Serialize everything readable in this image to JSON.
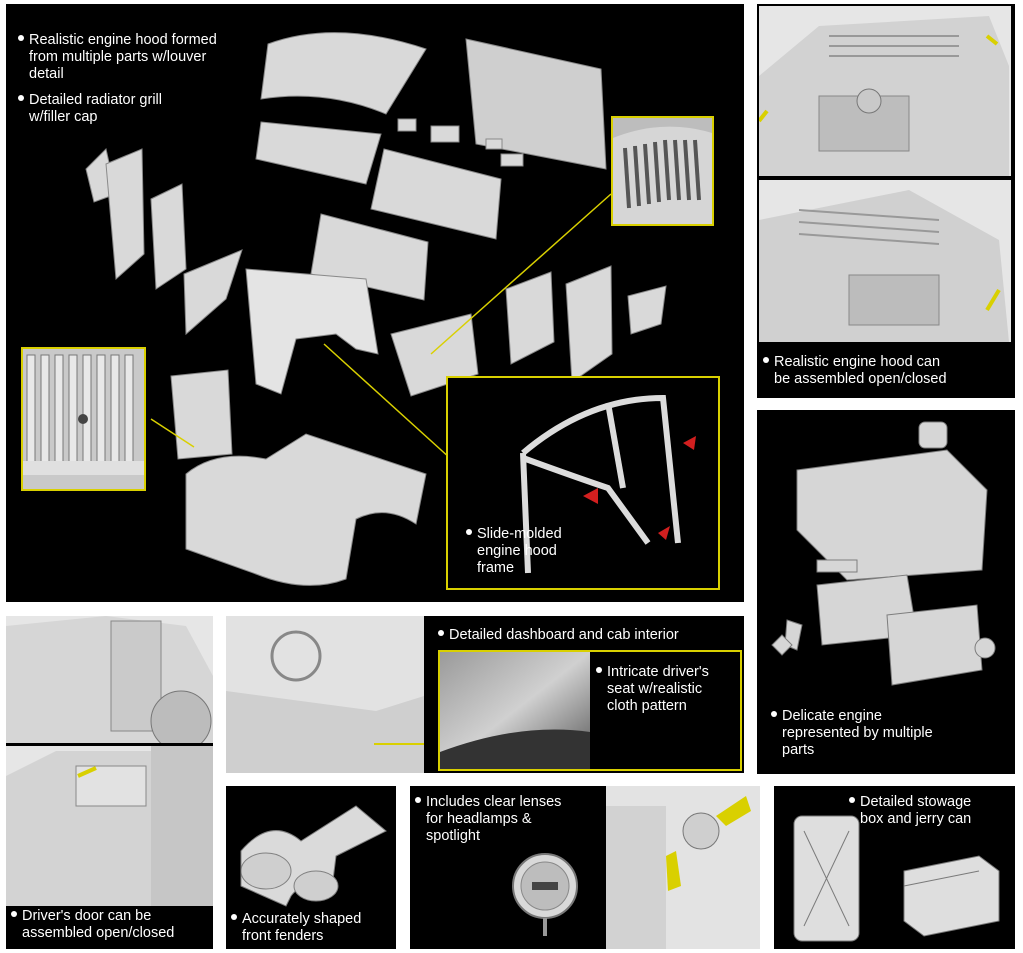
{
  "colors": {
    "panel_bg": "#000000",
    "accent_yellow": "#d9d000",
    "highlight_red": "#d21f1f",
    "part_grey": "#d9d9d9"
  },
  "main_panel": {
    "feature_1": [
      "Realistic engine hood formed",
      "from multiple parts w/louver",
      "detail"
    ],
    "feature_2": [
      "Detailed radiator grill",
      "w/filler cap"
    ],
    "inset_caption": [
      "Slide-molded",
      "engine hood",
      "frame"
    ]
  },
  "hood_panel": {
    "caption": [
      "Realistic engine hood can",
      "be assembled open/closed"
    ]
  },
  "engine_panel": {
    "caption": [
      "Delicate engine",
      "represented by multiple",
      "parts"
    ]
  },
  "door_panel": {
    "caption": [
      "Driver's door can be",
      "assembled open/closed"
    ]
  },
  "dash_panel": {
    "caption": "Detailed dashboard and cab interior",
    "seat_caption": [
      "Intricate driver's",
      "seat w/realistic",
      "cloth pattern"
    ]
  },
  "fender_panel": {
    "caption": [
      "Accurately shaped",
      "front fenders"
    ]
  },
  "lens_panel": {
    "caption": [
      "Includes clear lenses",
      "for headlamps &",
      "spotlight"
    ]
  },
  "stowage_panel": {
    "caption": [
      "Detailed stowage",
      "box and jerry can"
    ]
  }
}
